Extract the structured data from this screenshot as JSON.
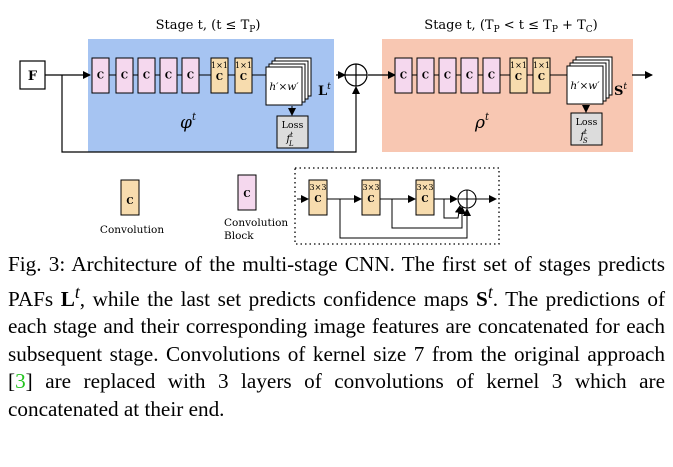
{
  "diagram": {
    "stage1": {
      "title": "Stage t, (t ≤ T",
      "title_sub": "P",
      "title_end": ")",
      "fn": "φ",
      "fn_sup": "t",
      "output": "L",
      "output_sup": "t",
      "loss_line1": "Loss",
      "loss_line2": "f",
      "loss_sup": "t",
      "loss_sub": "L",
      "fill": "#a6c4f2"
    },
    "stage2": {
      "title_a": "Stage t, (T",
      "title_a_sub": "P",
      "title_b": " < t ≤ T",
      "title_b_sub": "P",
      "title_c": " + T",
      "title_c_sub": "C",
      "title_end": ")",
      "fn": "ρ",
      "fn_sup": "t",
      "output": "S",
      "output_sup": "t",
      "loss_line1": "Loss",
      "loss_line2": "f",
      "loss_sup": "t",
      "loss_sub": "S",
      "fill": "#f8c7b2"
    },
    "input_label": "F",
    "conv_label": "C",
    "conv1x1_label": "1×1",
    "conv3x3_label": "3×3",
    "feature_label": "h′×w′",
    "conv_fill": "#f7dcae",
    "block_fill": "#f5d8ee",
    "loss_fill": "#dcdcdc",
    "legend": {
      "convolution": "Convolution",
      "conv_block_line1": "Convolution",
      "conv_block_line2": "Block"
    }
  },
  "caption": {
    "prefix": "Fig. 3:",
    "text1": " Architecture of the multi-stage CNN. The first set of stages predicts PAFs ",
    "paf": "L",
    "paf_sup": "t",
    "text2": ", while the last set predicts confidence maps ",
    "cm": "S",
    "cm_sup": "t",
    "text3": ". The predictions of each stage and their corresponding image features are concatenated for each subsequent stage. Convolutions of kernel size 7 from the original approach [",
    "ref": "3",
    "text4": "] are replaced with 3 layers of convolutions of kernel 3 which are concatenated at their end."
  }
}
